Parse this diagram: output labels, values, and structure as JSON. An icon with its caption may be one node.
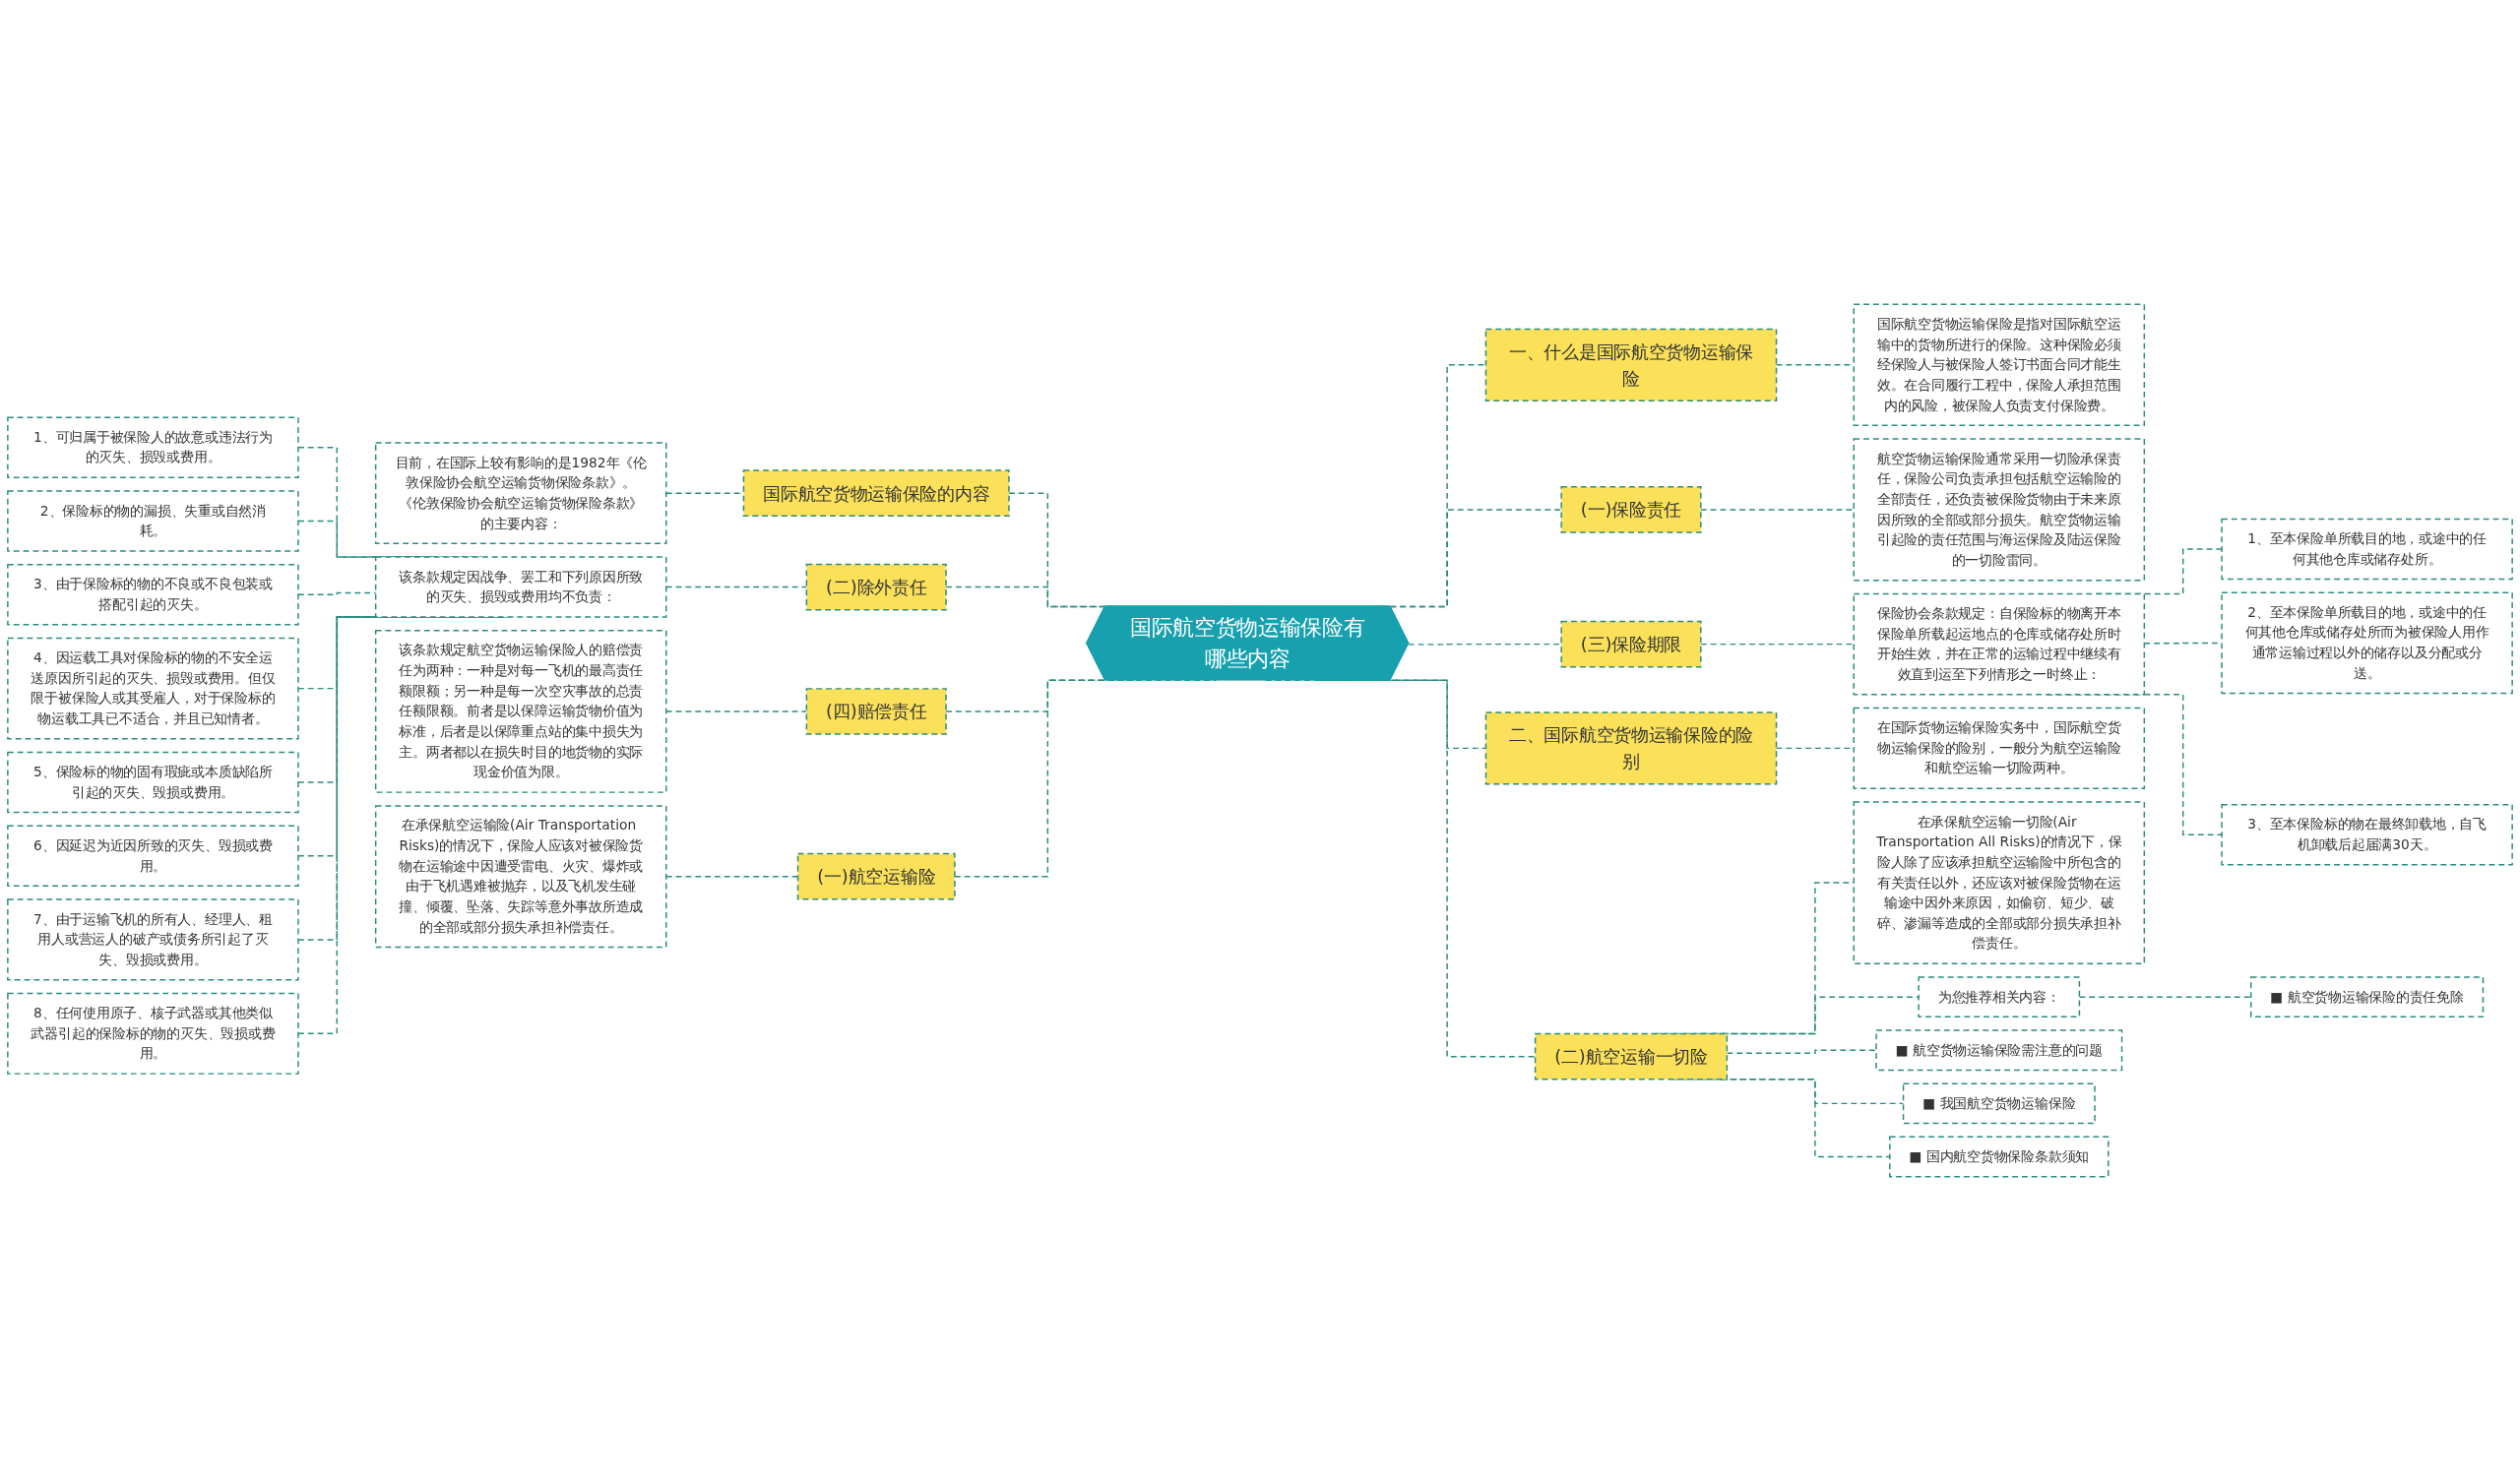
{
  "diagram": {
    "nodes": [
      {
        "text": [
          "国际航空货物运输保险有哪些内容"
        ]
      },
      {
        "text": [
          "国际航空货物运输保险的内容"
        ]
      },
      {
        "text": [
          "目前，在国际上较有影响的是1982年《伦敦保险协会航空运输货物保险条款》。《伦敦保险协会航空运输货物保险条款》的主要内容："
        ]
      },
      {
        "text": [
          "(二)除外责任"
        ]
      },
      {
        "text": [
          "该条款规定因战争、罢工和下列原因所致的灭失、损毁或费用均不负责："
        ]
      },
      {
        "text": [
          "1、可归属于被保险人的故意或违法行为的灭失、损毁或费用。"
        ]
      },
      {
        "text": [
          "2、保险标的物的漏损、失重或自然消耗。"
        ]
      },
      {
        "text": [
          "3、由于保险标的物的不良或不良包装或搭配引起的灭失。"
        ]
      },
      {
        "text": [
          "4、因运载工具对保险标的物的不安全运送原因所引起的灭失、损毁或费用。但仅限于被保险人或其受雇人，对于保险标的物运载工具已不适合，并且已知情者。"
        ]
      },
      {
        "text": [
          "5、保险标的物的固有瑕疵或本质缺陷所引起的灭失、毁损或费用。"
        ]
      },
      {
        "text": [
          "6、因延迟为近因所致的灭失、毁损或费用。"
        ]
      },
      {
        "text": [
          "7、由于运输飞机的所有人、经理人、租用人或营运人的破产或债务所引起了灭失、毁损或费用。"
        ]
      },
      {
        "text": [
          "8、任何使用原子、核子武器或其他类似武器引起的保险标的物的灭失、毁损或费用。"
        ]
      },
      {
        "text": [
          "(四)赔偿责任"
        ]
      },
      {
        "text": [
          "该条款规定航空货物运输保险人的赔偿责任为两种：一种是对每一飞机的最高责任额限额；另一种是每一次空灾事故的总责任额限额。前者是以保障运输货物价值为标准，后者是以保障重点站的集中损失为主。两者都以在损失时目的地货物的实际现金价值为限。"
        ]
      },
      {
        "text": [
          "(一)航空运输险"
        ]
      },
      {
        "text": [
          "在承保航空运输险(Air Transportation Risks)的情况下，保险人应该对被保险货物在运输途中因遭受雷电、火灾、爆炸或由于飞机遇难被抛弃，以及飞机发生碰撞、倾覆、坠落、失踪等意外事故所造成的全部或部分损失承担补偿责任。"
        ]
      },
      {
        "text": [
          "一、什么是国际航空货物运输保险"
        ]
      },
      {
        "text": [
          "国际航空货物运输保险是指对国际航空运输中的货物所进行的保险。这种保险必须经保险人与被保险人签订书面合同才能生效。在合同履行工程中，保险人承担范围内的风险，被保险人负责支付保险费。"
        ]
      },
      {
        "text": [
          "(一)保险责任"
        ]
      },
      {
        "text": [
          "航空货物运输保险通常采用一切险承保责任，保险公司负责承担包括航空运输险的全部责任，还负责被保险货物由于未来原因所致的全部或部分损失。航空货物运输引起险的责任范围与海运保险及陆运保险的一切险雷同。"
        ]
      },
      {
        "text": [
          "(三)保险期限"
        ]
      },
      {
        "text": [
          "保险协会条款规定：自保险标的物离开本保险单所载起运地点的仓库或储存处所时开始生效，并在正常的运输过程中继续有效直到运至下列情形之一时终止："
        ]
      },
      {
        "text": [
          "1、至本保险单所载目的地，或途中的任何其他仓库或储存处所。"
        ]
      },
      {
        "text": [
          "2、至本保险单所载目的地，或途中的任何其他仓库或储存处所而为被保险人用作通常运输过程以外的储存以及分配或分送。"
        ]
      },
      {
        "text": [
          "3、至本保险标的物在最终卸载地，自飞机卸载后起届满30天。"
        ]
      },
      {
        "text": [
          "二、国际航空货物运输保险的险别"
        ]
      },
      {
        "text": [
          "在国际货物运输保险实务中，国际航空货物运输保险的险别，一般分为航空运输险和航空运输一切险两种。"
        ]
      },
      {
        "text": [
          "(二)航空运输一切险"
        ]
      },
      {
        "text": [
          "在承保航空运输一切险(Air Transportation All Risks)的情况下，保险人除了应该承担航空运输险中所包含的有关责任以外，还应该对被保险货物在运输途中因外来原因，如偷窃、短少、破碎、渗漏等造成的全部或部分损失承担补偿责任。"
        ]
      },
      {
        "text": [
          "为您推荐相关内容："
        ]
      },
      {
        "text": [
          "■ 航空货物运输保险的责任免除"
        ]
      },
      {
        "text": [
          "■ 航空货物运输保险需注意的问题"
        ]
      },
      {
        "text": [
          "■ 我国航空货物运输保险"
        ]
      },
      {
        "text": [
          "■ 国内航空货物保险条款须知"
        ]
      }
    ],
    "edges": [
      {
        "from": 0,
        "to": 1,
        "arrow": "none",
        "style": "dashed"
      },
      {
        "from": 1,
        "to": 2,
        "arrow": "none",
        "style": "dashed"
      },
      {
        "from": 0,
        "to": 3,
        "arrow": "none",
        "style": "dashed"
      },
      {
        "from": 3,
        "to": 4,
        "arrow": "none",
        "style": "dashed"
      },
      {
        "from": 4,
        "to": 5,
        "arrow": "none",
        "style": "dashed"
      },
      {
        "from": 4,
        "to": 6,
        "arrow": "none",
        "style": "dashed"
      },
      {
        "from": 4,
        "to": 7,
        "arrow": "none",
        "style": "dashed"
      },
      {
        "from": 4,
        "to": 8,
        "arrow": "none",
        "style": "dashed"
      },
      {
        "from": 4,
        "to": 9,
        "arrow": "none",
        "style": "dashed"
      },
      {
        "from": 4,
        "to": 10,
        "arrow": "none",
        "style": "dashed"
      },
      {
        "from": 4,
        "to": 11,
        "arrow": "none",
        "style": "dashed"
      },
      {
        "from": 4,
        "to": 12,
        "arrow": "none",
        "style": "dashed"
      },
      {
        "from": 0,
        "to": 13,
        "arrow": "none",
        "style": "dashed"
      },
      {
        "from": 13,
        "to": 14,
        "arrow": "none",
        "style": "dashed"
      },
      {
        "from": 0,
        "to": 15,
        "arrow": "none",
        "style": "dashed"
      },
      {
        "from": 15,
        "to": 16,
        "arrow": "none",
        "style": "dashed"
      },
      {
        "from": 0,
        "to": 17,
        "arrow": "none",
        "style": "dashed"
      },
      {
        "from": 17,
        "to": 18,
        "arrow": "none",
        "style": "dashed"
      },
      {
        "from": 0,
        "to": 19,
        "arrow": "none",
        "style": "dashed"
      },
      {
        "from": 19,
        "to": 20,
        "arrow": "none",
        "style": "dashed"
      },
      {
        "from": 0,
        "to": 21,
        "arrow": "none",
        "style": "dashed"
      },
      {
        "from": 21,
        "to": 22,
        "arrow": "none",
        "style": "dashed"
      },
      {
        "from": 22,
        "to": 23,
        "arrow": "none",
        "style": "dashed"
      },
      {
        "from": 22,
        "to": 24,
        "arrow": "none",
        "style": "dashed"
      },
      {
        "from": 22,
        "to": 25,
        "arrow": "none",
        "style": "dashed"
      },
      {
        "from": 0,
        "to": 26,
        "arrow": "none",
        "style": "dashed"
      },
      {
        "from": 26,
        "to": 27,
        "arrow": "none",
        "style": "dashed"
      },
      {
        "from": 0,
        "to": 28,
        "arrow": "none",
        "style": "dashed"
      },
      {
        "from": 28,
        "to": 29,
        "arrow": "none",
        "style": "dashed"
      },
      {
        "from": 28,
        "to": 30,
        "arrow": "none",
        "style": "dashed"
      },
      {
        "from": 30,
        "to": 31,
        "arrow": "none",
        "style": "dashed"
      },
      {
        "from": 28,
        "to": 32,
        "arrow": "none",
        "style": "dashed"
      },
      {
        "from": 28,
        "to": 33,
        "arrow": "none",
        "style": "dashed"
      },
      {
        "from": 28,
        "to": 34,
        "arrow": "none",
        "style": "dashed"
      }
    ]
  }
}
